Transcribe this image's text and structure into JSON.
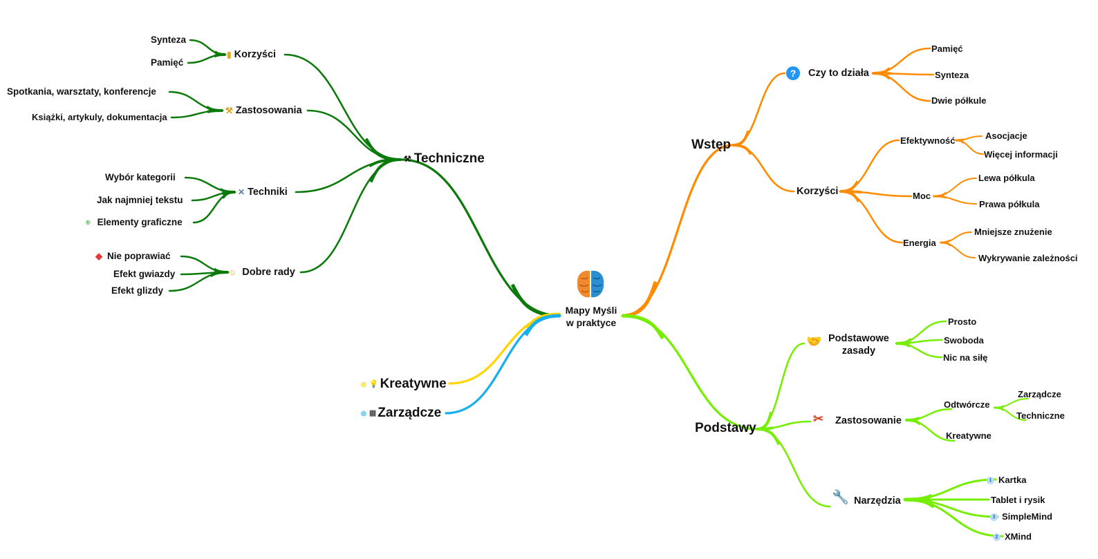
{
  "center": {
    "line1": "Mapy Myśli",
    "line2": "w praktyce"
  },
  "colors": {
    "techniczne": "#0b7a0b",
    "kreatywne": "#ffd400",
    "zarzadcze": "#18aef0",
    "wstep": "#ff8c00",
    "podstawy": "#76ee00"
  },
  "left": {
    "techniczne": {
      "label": "Techniczne",
      "korzysci": {
        "label": "Korzyści",
        "children": [
          "Synteza",
          "Pamięć"
        ]
      },
      "zastosowania": {
        "label": "Zastosowania",
        "children": [
          "Spotkania, warsztaty, konferencje",
          "Książki, artykuly, dokumentacja"
        ]
      },
      "techniki": {
        "label": "Techniki",
        "children": [
          "Wybór kategorii",
          "Jak najmniej tekstu",
          "Elementy graficzne"
        ]
      },
      "dobre_rady": {
        "label": "Dobre rady",
        "children": [
          "Nie poprawiać",
          "Efekt gwiazdy",
          "Efekt glizdy"
        ]
      }
    },
    "kreatywne": {
      "label": "Kreatywne"
    },
    "zarzadcze": {
      "label": "Zarządcze"
    }
  },
  "right": {
    "wstep": {
      "label": "Wstęp",
      "czy": {
        "label": "Czy to działa",
        "icon": "?",
        "children": [
          "Pamięć",
          "Synteza",
          "Dwie półkule"
        ]
      },
      "korzysci": {
        "label": "Korzyści",
        "efektywnosc": {
          "label": "Efektywność",
          "children": [
            "Asocjacje",
            "Więcej informacji"
          ]
        },
        "moc": {
          "label": "Moc",
          "children": [
            "Lewa półkula",
            "Prawa półkula"
          ]
        },
        "energia": {
          "label": "Energia",
          "children": [
            "Mniejsze znużenie",
            "Wykrywanie zależności"
          ]
        }
      }
    },
    "podstawy": {
      "label": "Podstawy",
      "podstawowe": {
        "line1": "Podstawowe",
        "line2": "zasady",
        "children": [
          "Prosto",
          "Swoboda",
          "Nic na siłę"
        ]
      },
      "zastosowanie": {
        "label": "Zastosowanie",
        "odtworcze": {
          "label": "Odtwórcze",
          "children": [
            "Zarządcze",
            "Techniczne"
          ]
        },
        "kreatywne": "Kreatywne"
      },
      "narzedzia": {
        "label": "Narzędzia",
        "children": [
          {
            "label": "Kartka",
            "badge": "1"
          },
          {
            "label": "Tablet i rysik"
          },
          {
            "label": "SimpleMind",
            "badge": "3"
          },
          {
            "label": "XMind",
            "badge": "2"
          }
        ]
      }
    }
  }
}
